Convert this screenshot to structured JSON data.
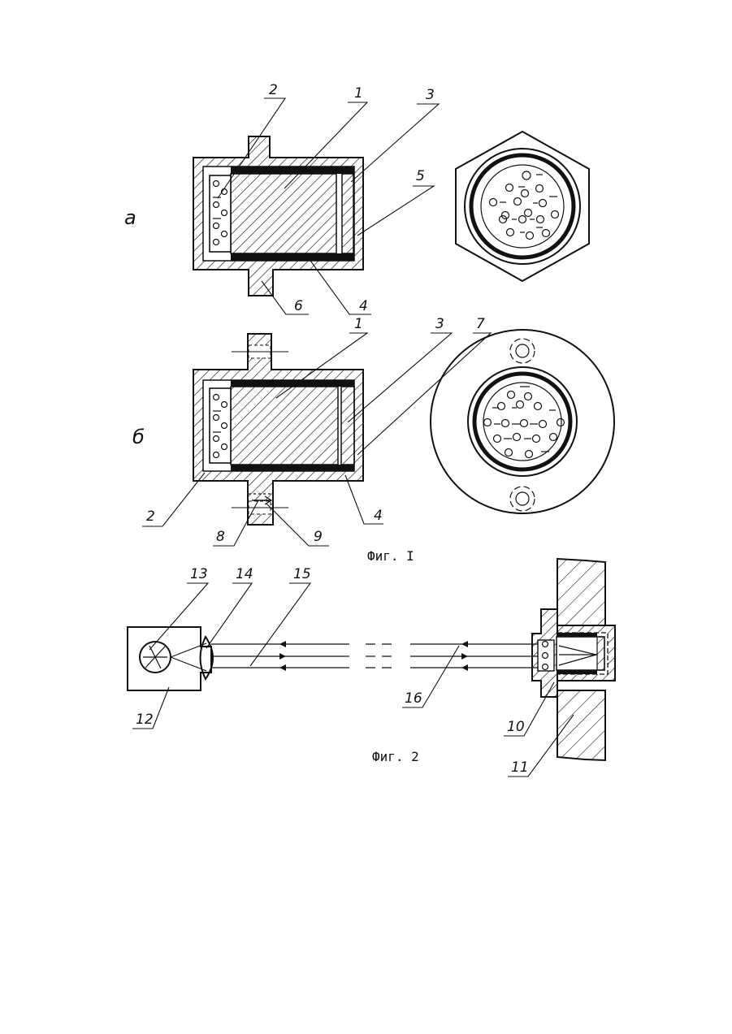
{
  "figure1": {
    "caption": "Фиг. I",
    "view_a": {
      "label": "а"
    },
    "view_b": {
      "label": "б"
    },
    "callouts_a": [
      "1",
      "2",
      "3",
      "4",
      "5",
      "6"
    ],
    "callouts_b": [
      "1",
      "2",
      "3",
      "4",
      "7",
      "8",
      "9"
    ]
  },
  "figure2": {
    "caption": "Фиг. 2",
    "callouts": [
      "10",
      "11",
      "12",
      "13",
      "14",
      "15",
      "16"
    ]
  }
}
